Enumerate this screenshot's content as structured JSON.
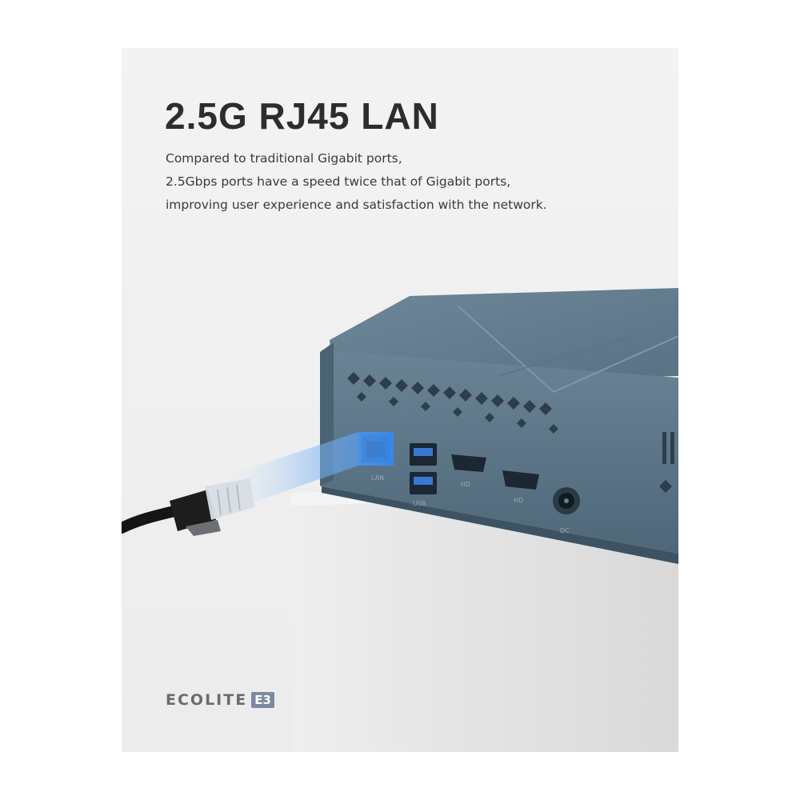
{
  "headline": "2.5G RJ45 LAN",
  "description": [
    "Compared to traditional Gigabit ports,",
    "2.5Gbps ports have a speed twice that of Gigabit ports,",
    "improving user experience and satisfaction with the network."
  ],
  "port_labels": {
    "lan": "LAN",
    "usb": "USB",
    "hdmi1": "HD",
    "hdmi2": "HD",
    "dc": "DC"
  },
  "brand": {
    "name": "ECOLITE",
    "model": "E3"
  },
  "colors": {
    "device_body": "#5f7a8e",
    "lan_glow": "#2f7fe0",
    "pedestal": "#e6e6e6",
    "text_dark": "#2d2d2f"
  }
}
